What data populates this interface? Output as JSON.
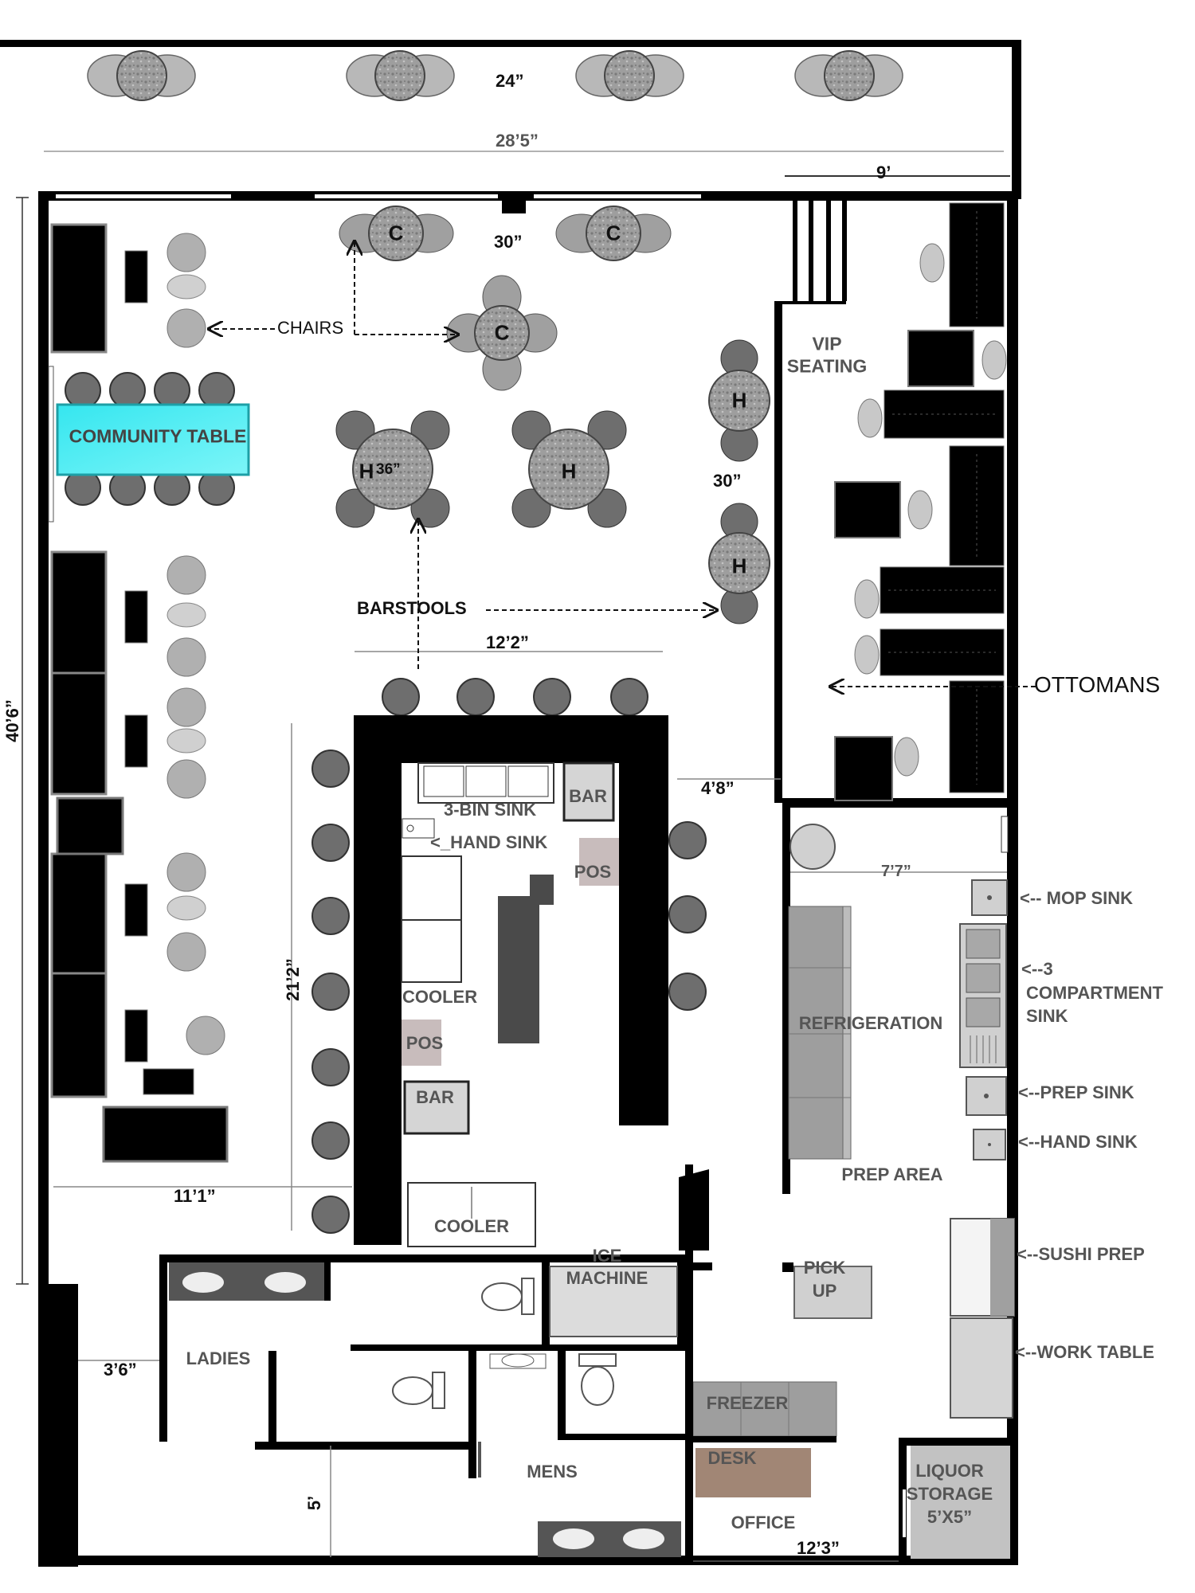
{
  "colors": {
    "wall": "#000000",
    "community_table": "#44ecf2",
    "table_fill": "#a6a6a6",
    "seat_dark": "#6e6e6e",
    "seat_light": "#bdbdbd",
    "equipment_gray": "#9a9a9a",
    "pos_fill": "#c8bcbc",
    "desk_fill": "#a18675"
  },
  "dimensions": {
    "patio_tables_gap": "24”",
    "patio_width": "28’5”",
    "entry_width": "9’",
    "c_tables_gap": "30”",
    "h_tables_gap": "30”",
    "h_table_size": "36”",
    "bar_front": "12’2”",
    "bar_side": "4’8”",
    "bar_length": "21’2”",
    "west_seating": "11’1”",
    "total_depth": "40’6”",
    "kitchen_width": "7’7”",
    "corridor": "3’6”",
    "restroom_depth": "5’",
    "office_width": "12’3”"
  },
  "tables": {
    "c_label": "C",
    "h_label": "H"
  },
  "labels": {
    "community_table": "COMMUNITY TABLE",
    "chairs": "CHAIRS",
    "barstools": "BARSTOOLS",
    "vip_line1": "VIP",
    "vip_line2": "SEATING",
    "ottomans": "OTTOMANS",
    "bar_upper": "BAR",
    "bar_lower": "BAR",
    "three_bin_sink": "3-BIN SINK",
    "hand_sink_bar": "<_HAND SINK",
    "pos_upper": "POS",
    "pos_lower": "POS",
    "cooler_upper": "COOLER",
    "cooler_lower": "COOLER",
    "ice_line1": "ICE",
    "ice_line2": "MACHINE",
    "mop_sink": "<-- MOP SINK",
    "three_comp_line1": "<--3",
    "three_comp_line2": "COMPARTMENT",
    "three_comp_line3": "SINK",
    "prep_sink": "<--PREP SINK",
    "hand_sink_kitchen": "<--HAND SINK",
    "sushi_prep": "<--SUSHI PREP",
    "work_table": "<--WORK TABLE",
    "refrigeration": "REFRIGERATION",
    "prep_area": "PREP AREA",
    "pick_line1": "PICK",
    "pick_line2": "UP",
    "freezer": "FREEZER",
    "desk": "DESK",
    "office": "OFFICE",
    "liquor_line1": "LIQUOR",
    "liquor_line2": "STORAGE",
    "liquor_line3": "5’X5”",
    "ladies": "LADIES",
    "mens": "MENS"
  }
}
